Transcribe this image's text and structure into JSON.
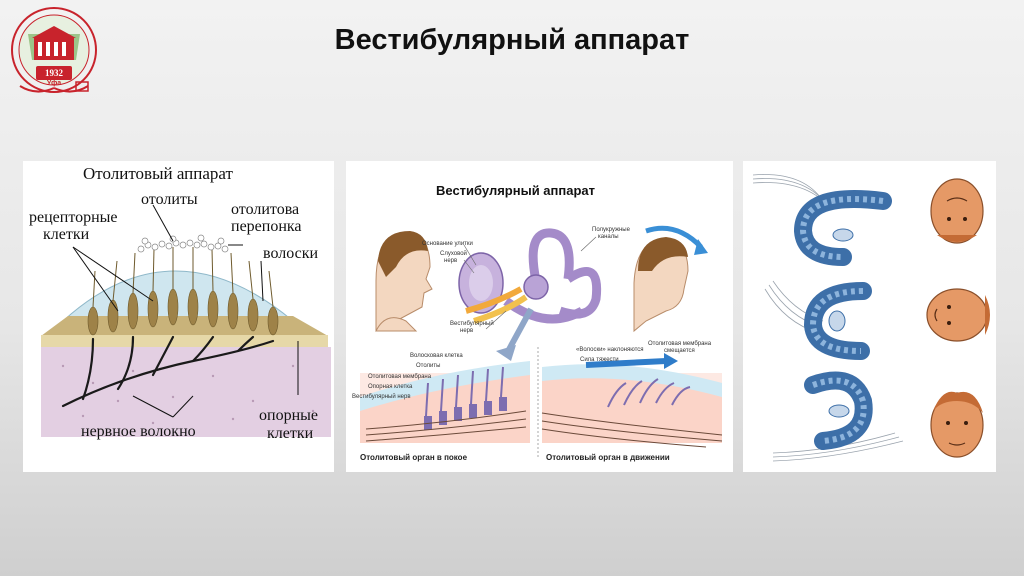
{
  "slide": {
    "title": "Вестибулярный аппарат"
  },
  "logo": {
    "year": "1932",
    "city": "Уфа"
  },
  "panel1": {
    "heading": "Отолитовый аппарат",
    "otoliths": "отолиты",
    "membrane_line1": "отолитова",
    "membrane_line2": "перепонка",
    "receptor_line1": "рецепторные",
    "receptor_line2": "клетки",
    "hairs": "волоски",
    "nerve_fiber": "нервное волокно",
    "support_line1": "опорные",
    "support_line2": "клетки"
  },
  "panel2": {
    "heading": "Вестибулярный аппарат",
    "cochlea_base": "Основание улитки",
    "auditory_nerve_line1": "Слуховой",
    "auditory_nerve_line2": "нерв",
    "vestibular_nerve_line1": "Вестибулярный",
    "vestibular_nerve_line2": "нерв",
    "semicircular_line1": "Полукружные",
    "semicircular_line2": "каналы",
    "hair_cell": "Волосковая клетка",
    "otoliths": "Отолиты",
    "otolith_membrane": "Отолитовая мембрана",
    "support_cell": "Опорная клетка",
    "vestibular_nerve": "Вестибулярный нерв",
    "hairs_bend": "«Волоски» наклоняются",
    "gravity": "Сила тяжести",
    "membrane_shift_line1": "Отолитовая мембрана",
    "membrane_shift_line2": "смещается",
    "caption_rest": "Отолитовый орган в покое",
    "caption_motion": "Отолитовый орган в движении"
  }
}
